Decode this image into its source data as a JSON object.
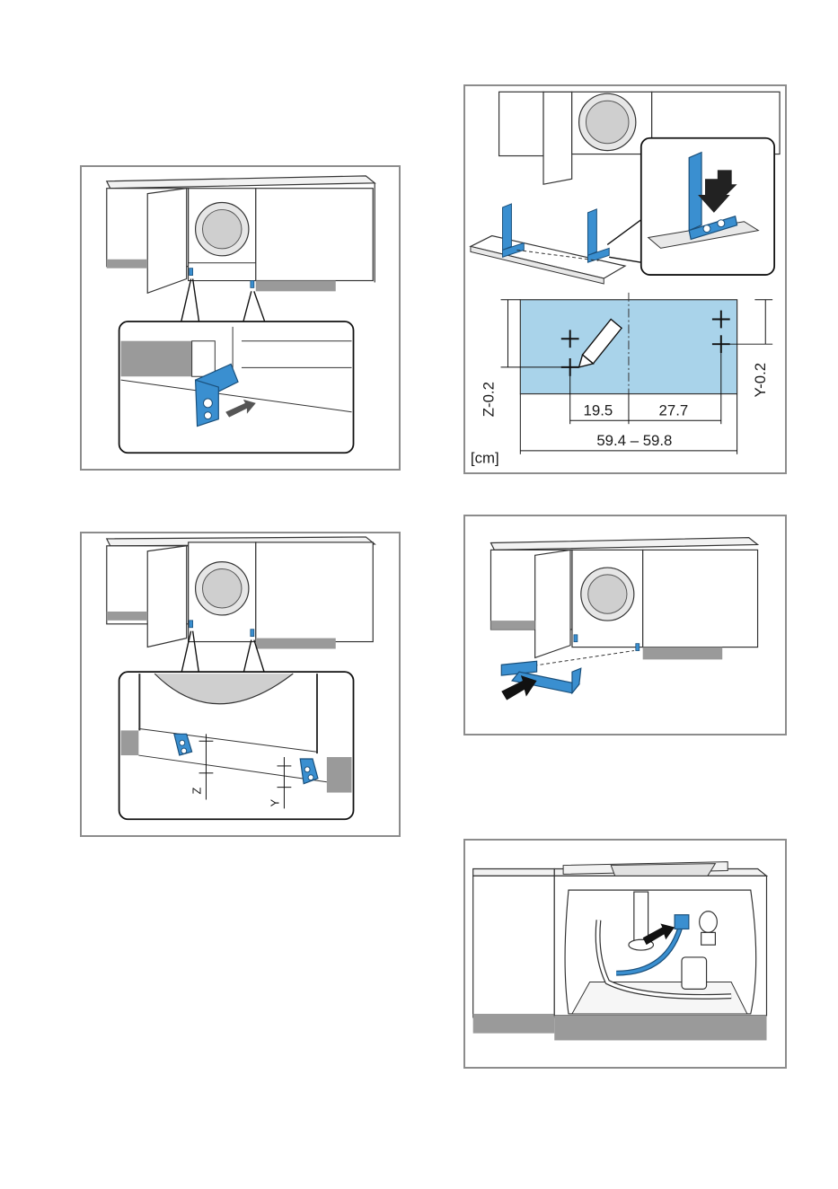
{
  "colors": {
    "bracket_blue": "#3a8fd0",
    "template_blue": "#a9d3ea",
    "frame_grey": "#8c8c8c",
    "plinth_grey": "#9a9a9a",
    "drum_grey": "#cfcfcf"
  },
  "fig_template": {
    "dim_z": "Z-0.2",
    "dim_y": "Y-0.2",
    "dim_left": "19.5",
    "dim_right": "27.7",
    "dim_total": "59.4 – 59.8",
    "unit": "[cm]"
  },
  "fig_measure": {
    "label_z": "Z",
    "label_y": "Y"
  }
}
